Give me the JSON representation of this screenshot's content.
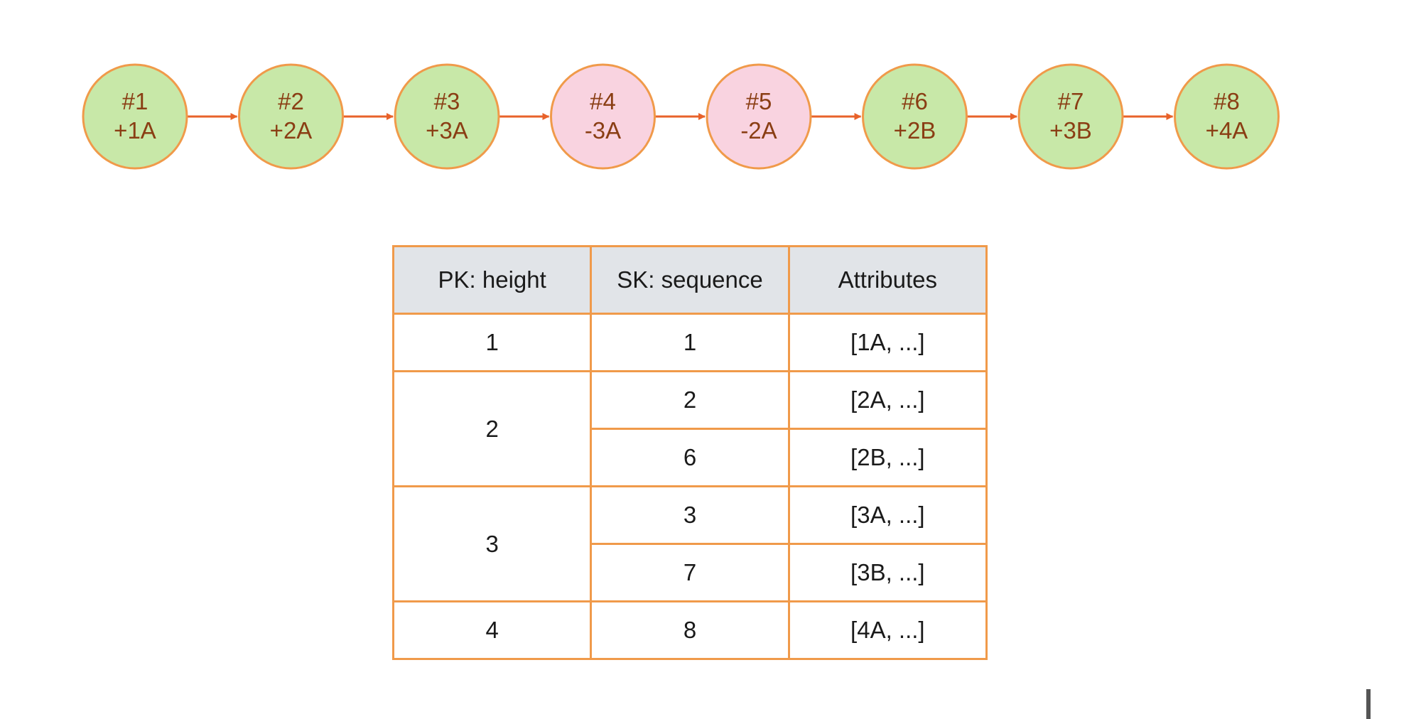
{
  "colors": {
    "node_stroke": "#f09a4a",
    "node_text": "#8a3e14",
    "arrow": "#e8622a",
    "node_added_fill": "#c8e8a8",
    "node_removed_fill": "#f9d3e0",
    "table_border": "#f09a4a",
    "header_fill": "#e1e4e8",
    "cursor": "#555555"
  },
  "chain": {
    "nodes": [
      {
        "id": "#1",
        "change": "+1A",
        "kind": "added"
      },
      {
        "id": "#2",
        "change": "+2A",
        "kind": "added"
      },
      {
        "id": "#3",
        "change": "+3A",
        "kind": "added"
      },
      {
        "id": "#4",
        "change": "-3A",
        "kind": "removed"
      },
      {
        "id": "#5",
        "change": "-2A",
        "kind": "removed"
      },
      {
        "id": "#6",
        "change": "+2B",
        "kind": "added"
      },
      {
        "id": "#7",
        "change": "+3B",
        "kind": "added"
      },
      {
        "id": "#8",
        "change": "+4A",
        "kind": "added"
      }
    ]
  },
  "table": {
    "headers": [
      "PK: height",
      "SK: sequence",
      "Attributes"
    ],
    "groups": [
      {
        "pk": "1",
        "rows": [
          {
            "sk": "1",
            "attributes": "[1A, ...]"
          }
        ]
      },
      {
        "pk": "2",
        "rows": [
          {
            "sk": "2",
            "attributes": "[2A, ...]"
          },
          {
            "sk": "6",
            "attributes": "[2B, ...]"
          }
        ]
      },
      {
        "pk": "3",
        "rows": [
          {
            "sk": "3",
            "attributes": "[3A, ...]"
          },
          {
            "sk": "7",
            "attributes": "[3B, ...]"
          }
        ]
      },
      {
        "pk": "4",
        "rows": [
          {
            "sk": "8",
            "attributes": "[4A, ...]"
          }
        ]
      }
    ]
  }
}
